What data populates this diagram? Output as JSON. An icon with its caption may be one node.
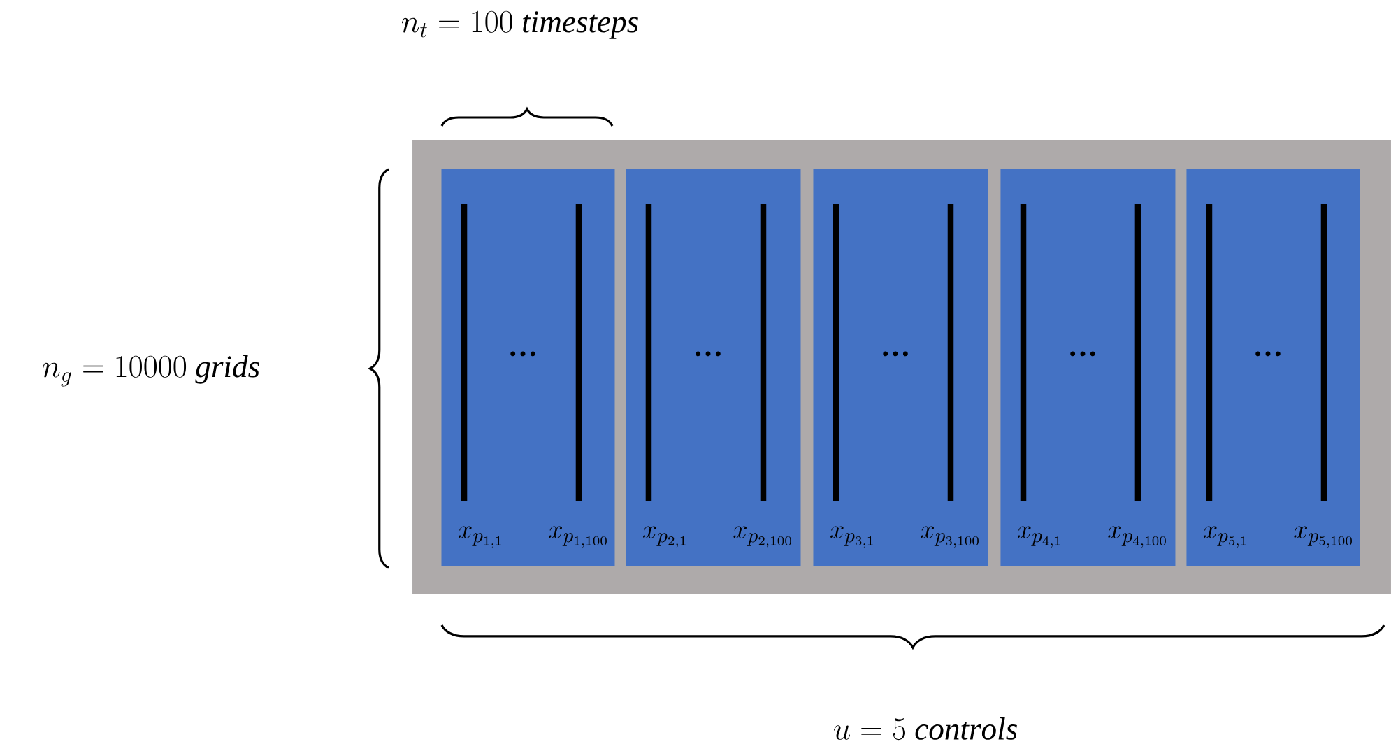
{
  "diagram": {
    "nodes": [
      {
        "text": [],
        "shape": "box"
      },
      {
        "text": [
          "…",
          "x_{p_{1,1}}",
          "x_{p_{1,100}}"
        ],
        "in": 0
      },
      {
        "text": [
          "…",
          "x_{p_{2,1}}",
          "x_{p_{2,100}}"
        ],
        "in": 0
      },
      {
        "text": [
          "…",
          "x_{p_{3,1}}",
          "x_{p_{3,100}}"
        ],
        "in": 0
      },
      {
        "text": [
          "…",
          "x_{p_{4,1}}",
          "x_{p_{4,100}}"
        ],
        "in": 0
      },
      {
        "text": [
          "…",
          "x_{p_{5,1}}",
          "x_{p_{5,100}}"
        ],
        "in": 0
      }
    ],
    "labels": [
      "n_t = 100\\ \\mathit{timesteps}",
      "n_g = 10000\\ \\mathit{grids}",
      "u = 5\\ \\mathit{controls}"
    ]
  }
}
